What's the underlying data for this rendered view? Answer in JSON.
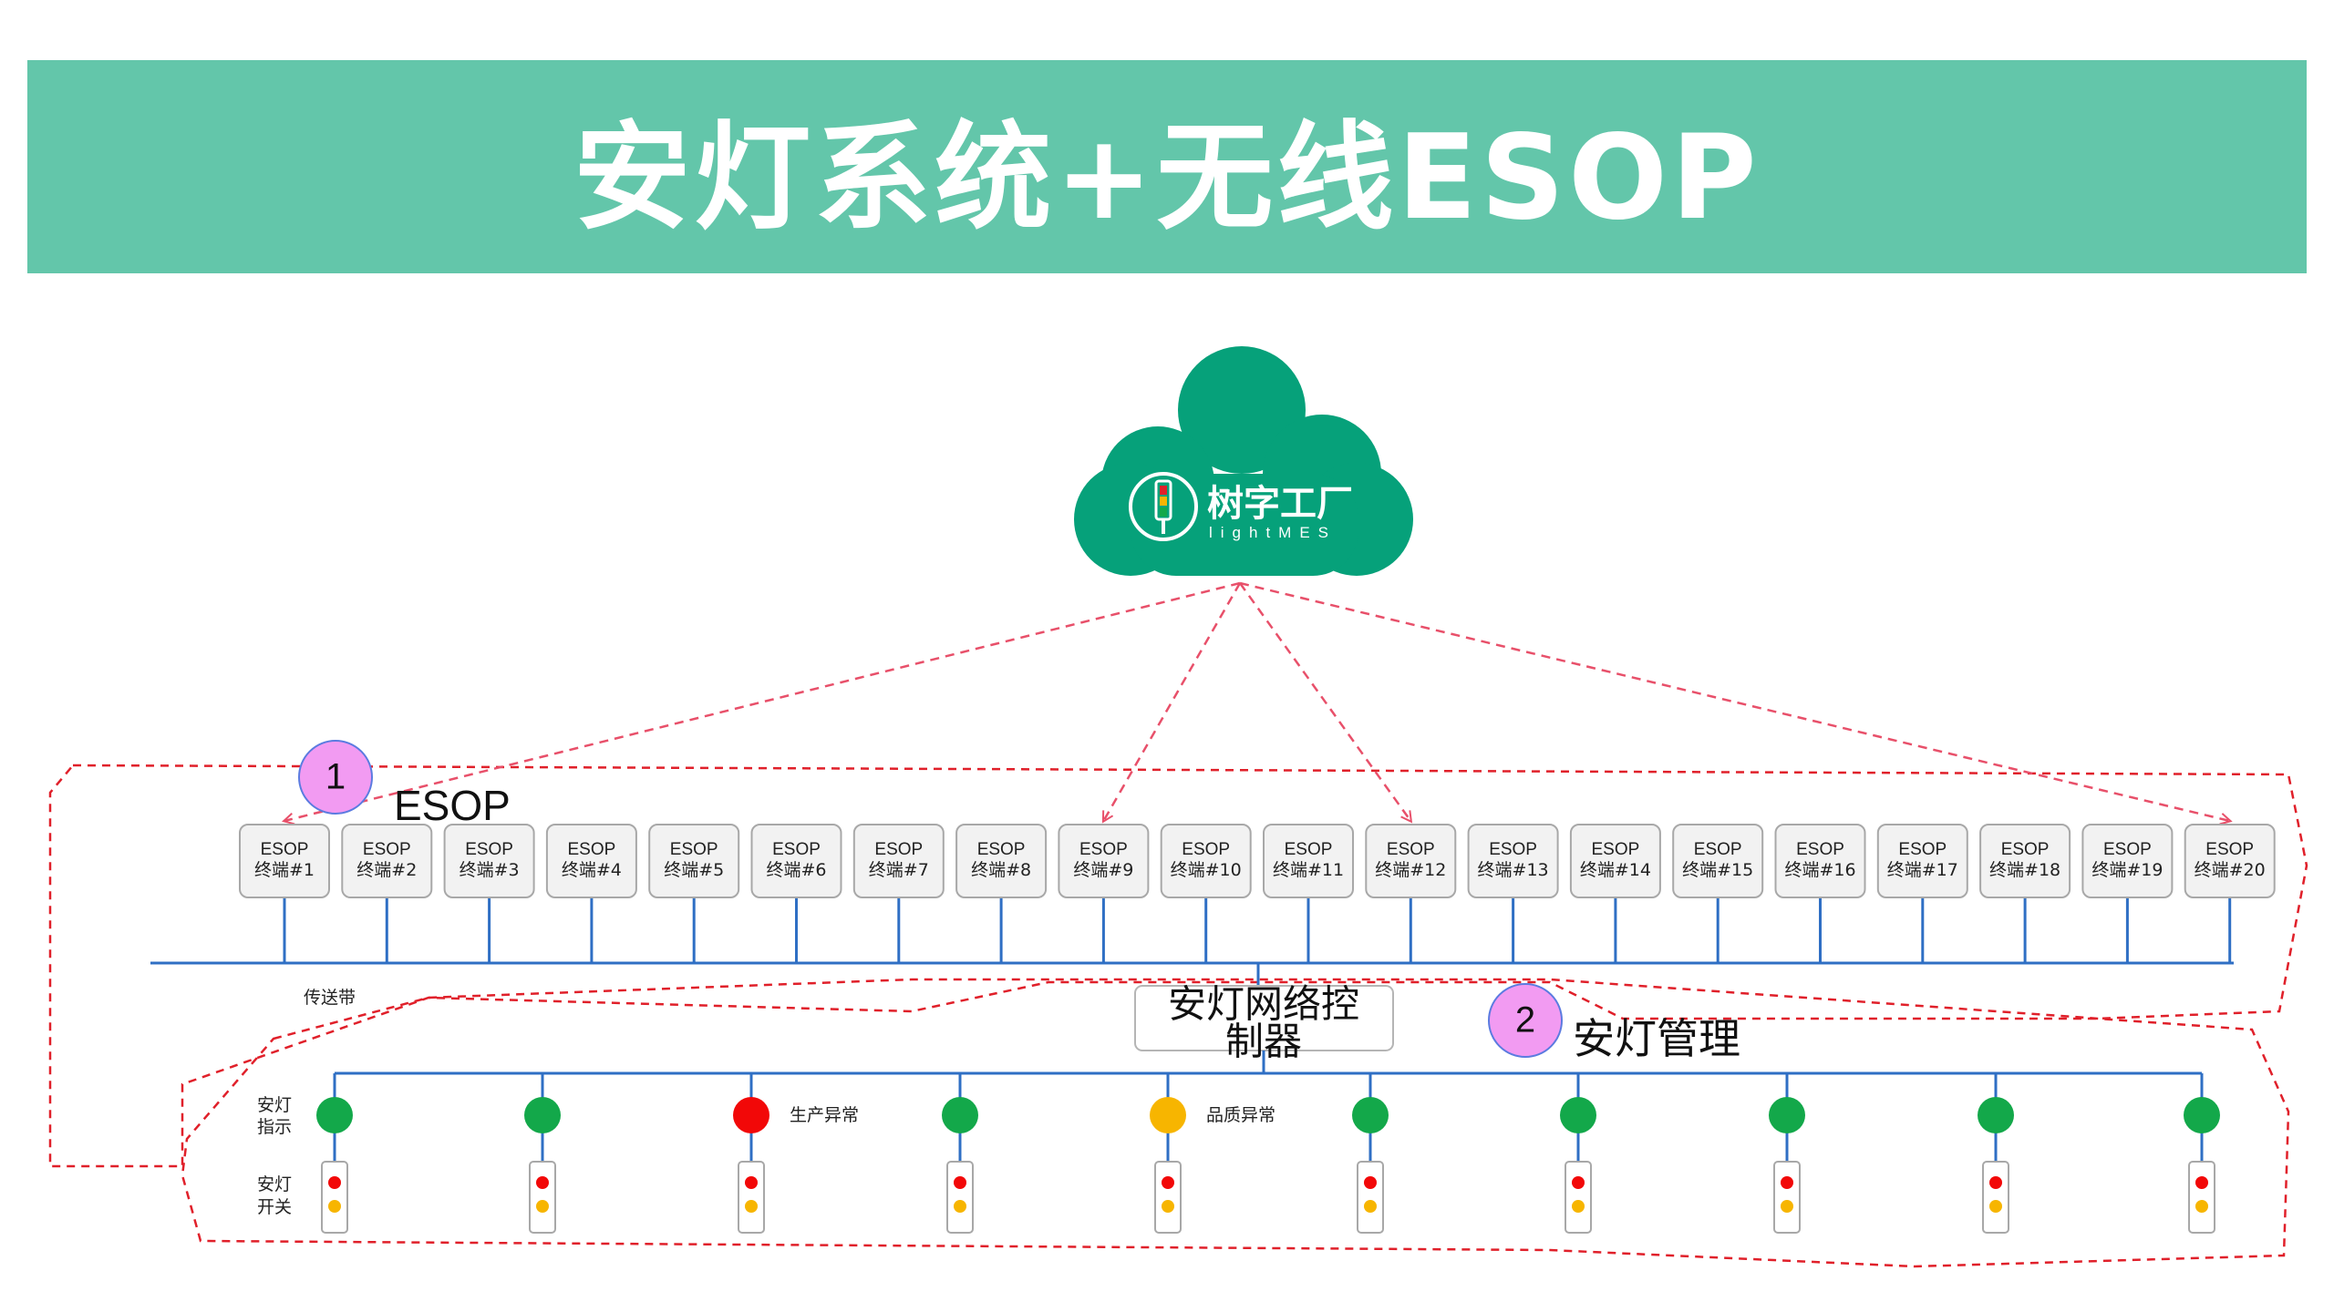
{
  "title": "安灯系统+无线ESOP",
  "colors": {
    "banner": "#63c6aa",
    "cloud": "#06a17a",
    "dashed_red": "#e0202a",
    "arrow_pink": "#e8506a",
    "bus_blue": "#2f6fc4",
    "badge_pink": "#f29bf2",
    "badge_border": "#5b7be0",
    "light_green": "#13a84a",
    "light_red": "#f20808",
    "light_yellow": "#f7b500"
  },
  "cloud": {
    "icon": "andon-tower-icon",
    "brand_cn": "树字工厂",
    "brand_en": "lightMES"
  },
  "sections": [
    {
      "badge": "1",
      "label": "ESOP"
    },
    {
      "badge": "2",
      "label": "安灯管理"
    }
  ],
  "terminals": [
    {
      "line1": "ESOP",
      "line2": "终端#1"
    },
    {
      "line1": "ESOP",
      "line2": "终端#2"
    },
    {
      "line1": "ESOP",
      "line2": "终端#3"
    },
    {
      "line1": "ESOP",
      "line2": "终端#4"
    },
    {
      "line1": "ESOP",
      "line2": "终端#5"
    },
    {
      "line1": "ESOP",
      "line2": "终端#6"
    },
    {
      "line1": "ESOP",
      "line2": "终端#7"
    },
    {
      "line1": "ESOP",
      "line2": "终端#8"
    },
    {
      "line1": "ESOP",
      "line2": "终端#9"
    },
    {
      "line1": "ESOP",
      "line2": "终端#10"
    },
    {
      "line1": "ESOP",
      "line2": "终端#11"
    },
    {
      "line1": "ESOP",
      "line2": "终端#12"
    },
    {
      "line1": "ESOP",
      "line2": "终端#13"
    },
    {
      "line1": "ESOP",
      "line2": "终端#14"
    },
    {
      "line1": "ESOP",
      "line2": "终端#15"
    },
    {
      "line1": "ESOP",
      "line2": "终端#16"
    },
    {
      "line1": "ESOP",
      "line2": "终端#17"
    },
    {
      "line1": "ESOP",
      "line2": "终端#18"
    },
    {
      "line1": "ESOP",
      "line2": "终端#19"
    },
    {
      "line1": "ESOP",
      "line2": "终端#20"
    }
  ],
  "conveyor_label": "传送带",
  "controller": {
    "line1": "安灯网络控",
    "line2": "制器"
  },
  "andon_row_labels": {
    "indicator": [
      "安灯",
      "指示"
    ],
    "switch": [
      "安灯",
      "开关"
    ]
  },
  "stations": [
    {
      "status": "green",
      "note": ""
    },
    {
      "status": "green",
      "note": ""
    },
    {
      "status": "red",
      "note": "生产异常"
    },
    {
      "status": "green",
      "note": ""
    },
    {
      "status": "yellow",
      "note": "品质异常"
    },
    {
      "status": "green",
      "note": ""
    },
    {
      "status": "green",
      "note": ""
    },
    {
      "status": "green",
      "note": ""
    },
    {
      "status": "green",
      "note": ""
    },
    {
      "status": "green",
      "note": ""
    }
  ],
  "cloud_links_to_terminals": [
    1,
    9,
    12,
    20
  ]
}
